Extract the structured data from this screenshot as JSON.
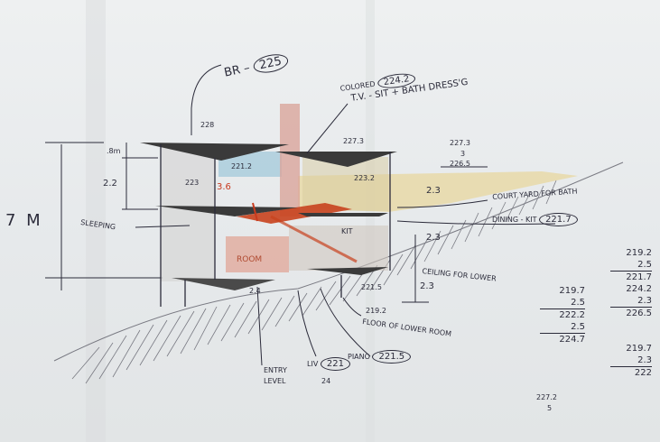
{
  "labels": {
    "br": "BR",
    "br_elev": "225",
    "colored": "COLORED",
    "colored_elev": "224.2",
    "tv_sit_bath": "T.V. - SIT + BATH DRESS'G",
    "e228": "228",
    "e227_3": "227.3",
    "e227_3b": "227.3",
    "e3": "3",
    "e226_5": "226.5",
    "dim_8m": ".8m",
    "dim_2_2": "2.2",
    "dim_7m": "7 M",
    "sleeping": "SLEEPING",
    "e221_2": "221.2",
    "e223": "223",
    "e223_2": "223.2",
    "dim_2_3": "2.3",
    "dim_2_3b": "2.3",
    "dim_2_3c": "2.3",
    "court_yard": "COURT YARD FOR BATH",
    "dining_kit": "DINING - KIT",
    "dining_elev": "221.7",
    "kit": "KIT",
    "ceiling_lower": "CEILING FOR LOWER",
    "e221_5": "221.5",
    "e219_2": "219.2",
    "floor_lower": "FLOOR OF LOWER ROOM",
    "piano": "PIANO",
    "piano_elev": "221.5",
    "liv": "LIV",
    "liv_elev": "221",
    "e24": "24",
    "entry": "ENTRY",
    "level": "LEVEL",
    "dim_2_4": "2.4",
    "e227_2_bottom": "227.2",
    "e5": "5"
  },
  "calc_left": [
    "219.7",
    "2.5",
    "222.2",
    "2.5",
    "224.7"
  ],
  "calc_right": [
    "219.2",
    "2.5",
    "221.7",
    "224.2",
    "2.3",
    "226.5"
  ],
  "calc_right2": [
    "219.7",
    "2.3",
    "222"
  ]
}
